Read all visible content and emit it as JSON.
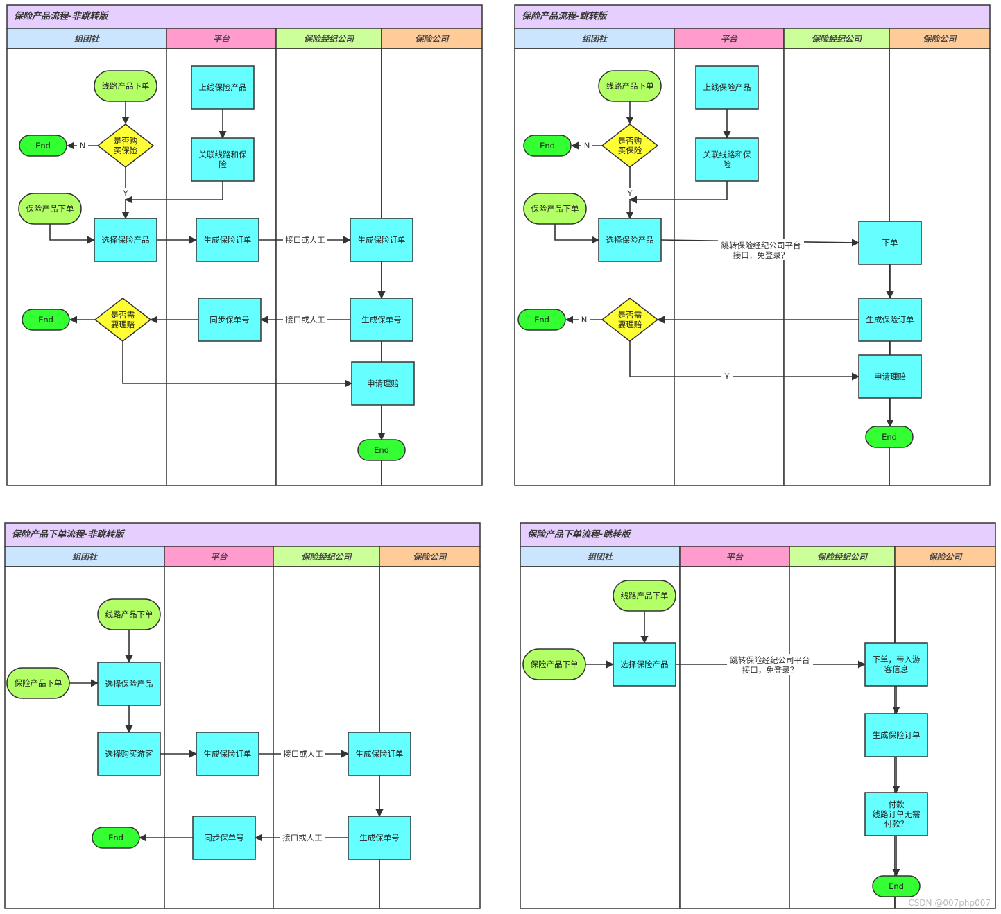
{
  "colors": {
    "title_bg": "#e6cfff",
    "lane_travel": "#cce5ff",
    "lane_platform": "#ff9ccd",
    "lane_broker": "#ccff99",
    "lane_insurer": "#ffcc99",
    "process_fill": "#66ffff",
    "start_fill": "#b3ff66",
    "end_fill": "#33ff33",
    "decision_fill": "#ffff33",
    "line": "#333333"
  },
  "lanes": [
    "组团社",
    "平台",
    "保险经纪公司",
    "保险公司"
  ],
  "pools": [
    {
      "title": "保险产品流程-非跳转版",
      "nodes": [
        {
          "id": "a1",
          "type": "start",
          "text": [
            "线路产品下单"
          ]
        },
        {
          "id": "a2",
          "type": "decision",
          "text": [
            "是否购",
            "买保险"
          ]
        },
        {
          "id": "a3",
          "type": "end",
          "text": [
            "End"
          ]
        },
        {
          "id": "a4",
          "type": "process",
          "text": [
            "上线保险产品"
          ]
        },
        {
          "id": "a5",
          "type": "process",
          "text": [
            "关联线路和保",
            "险"
          ]
        },
        {
          "id": "a6",
          "type": "start",
          "text": [
            "保险产品下单"
          ]
        },
        {
          "id": "a7",
          "type": "process",
          "text": [
            "选择保险产品"
          ]
        },
        {
          "id": "a8",
          "type": "process",
          "text": [
            "生成保险订单"
          ]
        },
        {
          "id": "a9",
          "type": "process",
          "text": [
            "生成保险订单"
          ]
        },
        {
          "id": "a10",
          "type": "process",
          "text": [
            "生成保单号"
          ]
        },
        {
          "id": "a11",
          "type": "process",
          "text": [
            "同步保单号"
          ]
        },
        {
          "id": "a12",
          "type": "decision",
          "text": [
            "是否需",
            "要理赔"
          ]
        },
        {
          "id": "a13",
          "type": "end",
          "text": [
            "End"
          ]
        },
        {
          "id": "a14",
          "type": "process",
          "text": [
            "申请理赔"
          ]
        },
        {
          "id": "a15",
          "type": "end",
          "text": [
            "End"
          ]
        }
      ],
      "edge_labels": [
        "N",
        "Y",
        "接口或人工",
        "接口或人工"
      ]
    },
    {
      "title": "保险产品流程-跳转版",
      "nodes": [
        {
          "id": "b1",
          "type": "start",
          "text": [
            "线路产品下单"
          ]
        },
        {
          "id": "b2",
          "type": "decision",
          "text": [
            "是否购",
            "买保险"
          ]
        },
        {
          "id": "b3",
          "type": "end",
          "text": [
            "End"
          ]
        },
        {
          "id": "b4",
          "type": "process",
          "text": [
            "上线保险产品"
          ]
        },
        {
          "id": "b5",
          "type": "process",
          "text": [
            "关联线路和保",
            "险"
          ]
        },
        {
          "id": "b6",
          "type": "start",
          "text": [
            "保险产品下单"
          ]
        },
        {
          "id": "b7",
          "type": "process",
          "text": [
            "选择保险产品"
          ]
        },
        {
          "id": "b8",
          "type": "process",
          "text": [
            "下单"
          ]
        },
        {
          "id": "b9",
          "type": "process",
          "text": [
            "生成保险订单"
          ]
        },
        {
          "id": "b10",
          "type": "decision",
          "text": [
            "是否需",
            "要理赔"
          ]
        },
        {
          "id": "b11",
          "type": "end",
          "text": [
            "End"
          ]
        },
        {
          "id": "b12",
          "type": "process",
          "text": [
            "申请理赔"
          ]
        },
        {
          "id": "b13",
          "type": "end",
          "text": [
            "End"
          ]
        }
      ],
      "edge_labels": [
        "N",
        "Y",
        "跳转保险经纪公司平台",
        "接口，免登录？",
        "N",
        "Y"
      ]
    },
    {
      "title": "保险产品下单流程-非跳转版",
      "nodes": [
        {
          "id": "c1",
          "type": "start",
          "text": [
            "线路产品下单"
          ]
        },
        {
          "id": "c2",
          "type": "start",
          "text": [
            "保险产品下单"
          ]
        },
        {
          "id": "c3",
          "type": "process",
          "text": [
            "选择保险产品"
          ]
        },
        {
          "id": "c4",
          "type": "process",
          "text": [
            "选择购买游客"
          ]
        },
        {
          "id": "c5",
          "type": "process",
          "text": [
            "生成保险订单"
          ]
        },
        {
          "id": "c6",
          "type": "process",
          "text": [
            "生成保险订单"
          ]
        },
        {
          "id": "c7",
          "type": "process",
          "text": [
            "生成保单号"
          ]
        },
        {
          "id": "c8",
          "type": "process",
          "text": [
            "同步保单号"
          ]
        },
        {
          "id": "c9",
          "type": "end",
          "text": [
            "End"
          ]
        }
      ],
      "edge_labels": [
        "接口或人工",
        "接口或人工"
      ]
    },
    {
      "title": "保险产品下单流程-跳转版",
      "nodes": [
        {
          "id": "d1",
          "type": "start",
          "text": [
            "线路产品下单"
          ]
        },
        {
          "id": "d2",
          "type": "start",
          "text": [
            "保险产品下单"
          ]
        },
        {
          "id": "d3",
          "type": "process",
          "text": [
            "选择保险产品"
          ]
        },
        {
          "id": "d4",
          "type": "process",
          "text": [
            "下单，带入游",
            "客信息"
          ]
        },
        {
          "id": "d5",
          "type": "process",
          "text": [
            "生成保险订单"
          ]
        },
        {
          "id": "d6",
          "type": "process",
          "text": [
            "付款",
            "线路订单无需",
            "付款？"
          ]
        },
        {
          "id": "d7",
          "type": "end",
          "text": [
            "End"
          ]
        }
      ],
      "edge_labels": [
        "跳转保险经纪公司平台",
        "接口，免登录？"
      ]
    }
  ],
  "watermark": "CSDN @007php007"
}
